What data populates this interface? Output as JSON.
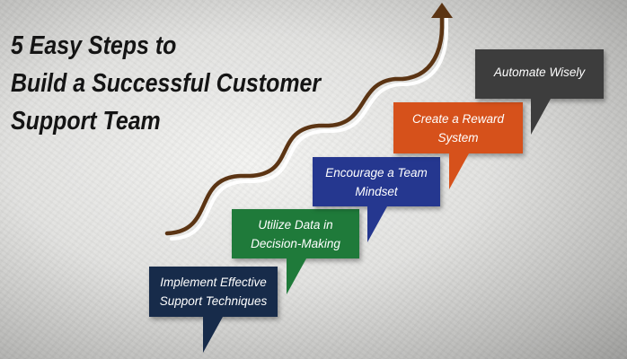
{
  "title_lines": [
    "5 Easy Steps to",
    "Build a Successful Customer",
    "Support Team"
  ],
  "steps": [
    {
      "label": "Implement Effective Support Techniques",
      "color": "#172b4a"
    },
    {
      "label": "Utilize Data in Decision-Making",
      "color": "#1f7a3a"
    },
    {
      "label": "Encourage a Team Mindset",
      "color": "#25378f"
    },
    {
      "label": "Create a Reward System",
      "color": "#d6511b"
    },
    {
      "label": "Automate Wisely",
      "color": "#3d3d3d"
    }
  ],
  "colors": {
    "stair_line": "#5b3413",
    "stair_shadow": "#ffffff",
    "title": "#141414"
  }
}
